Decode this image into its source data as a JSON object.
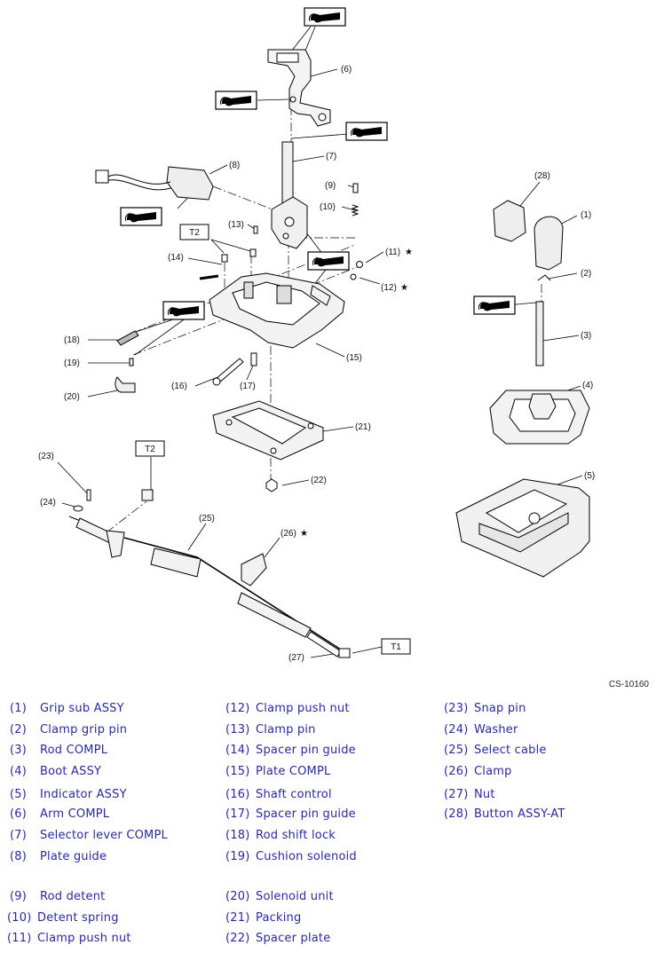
{
  "callouts": {
    "c1": "(1)",
    "c2": "(2)",
    "c3": "(3)",
    "c4": "(4)",
    "c5": "(5)",
    "c6": "(6)",
    "c7": "(7)",
    "c8": "(8)",
    "c9": "(9)",
    "c10": "(10)",
    "c11": "(11)",
    "c12": "(12)",
    "c13": "(13)",
    "c14": "(14)",
    "c15": "(15)",
    "c16": "(16)",
    "c17": "(17)",
    "c18": "(18)",
    "c19": "(19)",
    "c20": "(20)",
    "c21": "(21)",
    "c22": "(22)",
    "c23": "(23)",
    "c24": "(24)",
    "c25": "(25)",
    "c26": "(26)",
    "c27": "(27)",
    "c28": "(28)"
  },
  "torque_labels": {
    "t2_upper": "T2",
    "t2_lower": "T2",
    "t1": "T1"
  },
  "star": "★",
  "doc_code": "CS-10160",
  "legend": [
    {
      "num": "(1)",
      "name": "Grip sub ASSY"
    },
    {
      "num": "(2)",
      "name": "Clamp grip pin"
    },
    {
      "num": "(3)",
      "name": "Rod COMPL"
    },
    {
      "num": "(4)",
      "name": "Boot ASSY"
    },
    {
      "num": "(5)",
      "name": "Indicator ASSY"
    },
    {
      "num": "(6)",
      "name": "Arm COMPL"
    },
    {
      "num": "(7)",
      "name": "Selector lever COMPL"
    },
    {
      "num": "(8)",
      "name": "Plate guide"
    },
    {
      "num": "(9)",
      "name": "Rod detent"
    },
    {
      "num": "(10)",
      "name": "Detent spring"
    },
    {
      "num": "(11)",
      "name": "Clamp push nut"
    },
    {
      "num": "(12)",
      "name": "Clamp push nut"
    },
    {
      "num": "(13)",
      "name": "Clamp pin"
    },
    {
      "num": "(14)",
      "name": "Spacer pin guide"
    },
    {
      "num": "(15)",
      "name": "Plate COMPL"
    },
    {
      "num": "(16)",
      "name": "Shaft control"
    },
    {
      "num": "(17)",
      "name": "Spacer pin guide"
    },
    {
      "num": "(18)",
      "name": "Rod shift lock"
    },
    {
      "num": "(19)",
      "name": "Cushion solenoid"
    },
    {
      "num": "(20)",
      "name": "Solenoid unit"
    },
    {
      "num": "(21)",
      "name": "Packing"
    },
    {
      "num": "(22)",
      "name": "Spacer plate"
    },
    {
      "num": "(23)",
      "name": "Snap pin"
    },
    {
      "num": "(24)",
      "name": "Washer"
    },
    {
      "num": "(25)",
      "name": "Select cable"
    },
    {
      "num": "(26)",
      "name": "Clamp"
    },
    {
      "num": "(27)",
      "name": "Nut"
    },
    {
      "num": "(28)",
      "name": "Button ASSY-AT"
    }
  ]
}
